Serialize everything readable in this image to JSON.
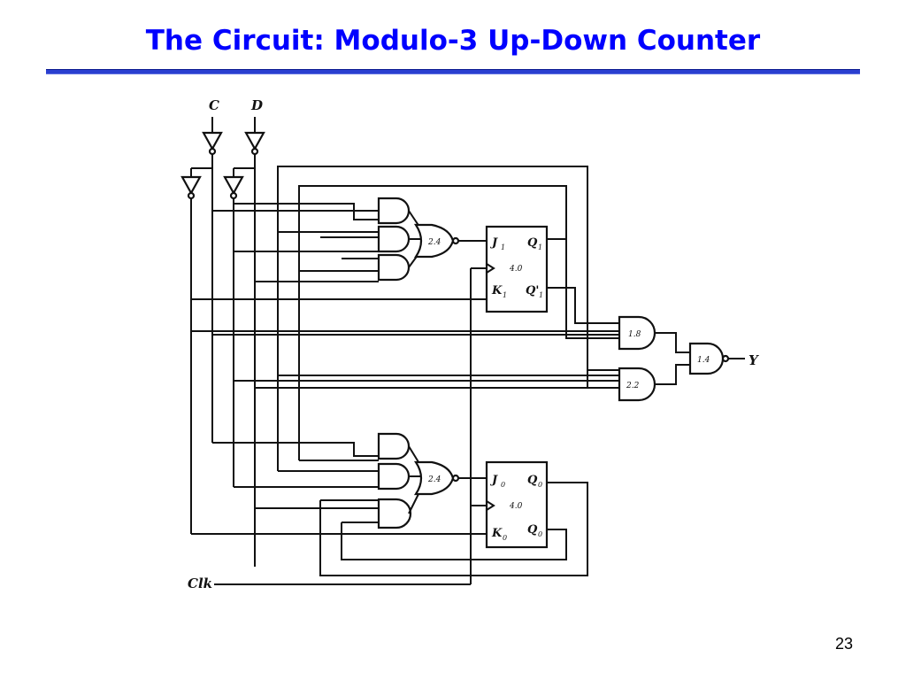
{
  "slide": {
    "title": "The Circuit: Modulo-3 Up-Down Counter",
    "page_number": "23"
  },
  "diagram": {
    "inputs": {
      "c": "C",
      "d": "D",
      "clk": "Clk"
    },
    "output": "Y",
    "flipflops": [
      {
        "j": "J",
        "j_sub": "1",
        "k": "K",
        "k_sub": "1",
        "q": "Q",
        "q_sub": "1",
        "qn": "Q'",
        "qn_sub": "1",
        "delay": "4.0"
      },
      {
        "j": "J",
        "j_sub": "0",
        "k": "K",
        "k_sub": "0",
        "q": "Q",
        "q_sub": "0",
        "qn": "Q",
        "qn_sub": "0",
        "delay": "4.0"
      }
    ],
    "gate_delays": {
      "top_nor": "2.4",
      "bottom_nor": "2.4",
      "and_upper": "1.8",
      "and_lower": "2.2",
      "output_nand": "1.4"
    }
  }
}
